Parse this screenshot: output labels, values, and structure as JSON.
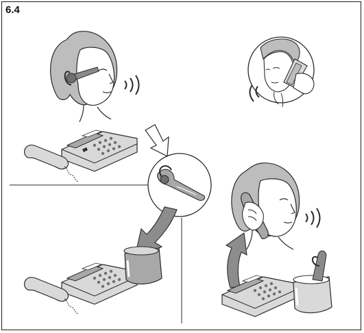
{
  "figure_label": "6.4",
  "colors": {
    "line": "#2a2a2a",
    "skin": "#ffffff",
    "hair": "#bdbdbd",
    "grey_light": "#d9d9d9",
    "grey_mid": "#a8a8a8",
    "grey_dark": "#6f6f6f",
    "arrow": "#8c8c8c"
  },
  "panels": [
    {
      "name": "headset-call-panel"
    },
    {
      "name": "remote-caller-panel"
    },
    {
      "name": "desk-phone-handset-panel"
    },
    {
      "name": "headset-closeup-panel"
    },
    {
      "name": "dock-headset-panel"
    },
    {
      "name": "resume-handset-call-panel"
    }
  ]
}
